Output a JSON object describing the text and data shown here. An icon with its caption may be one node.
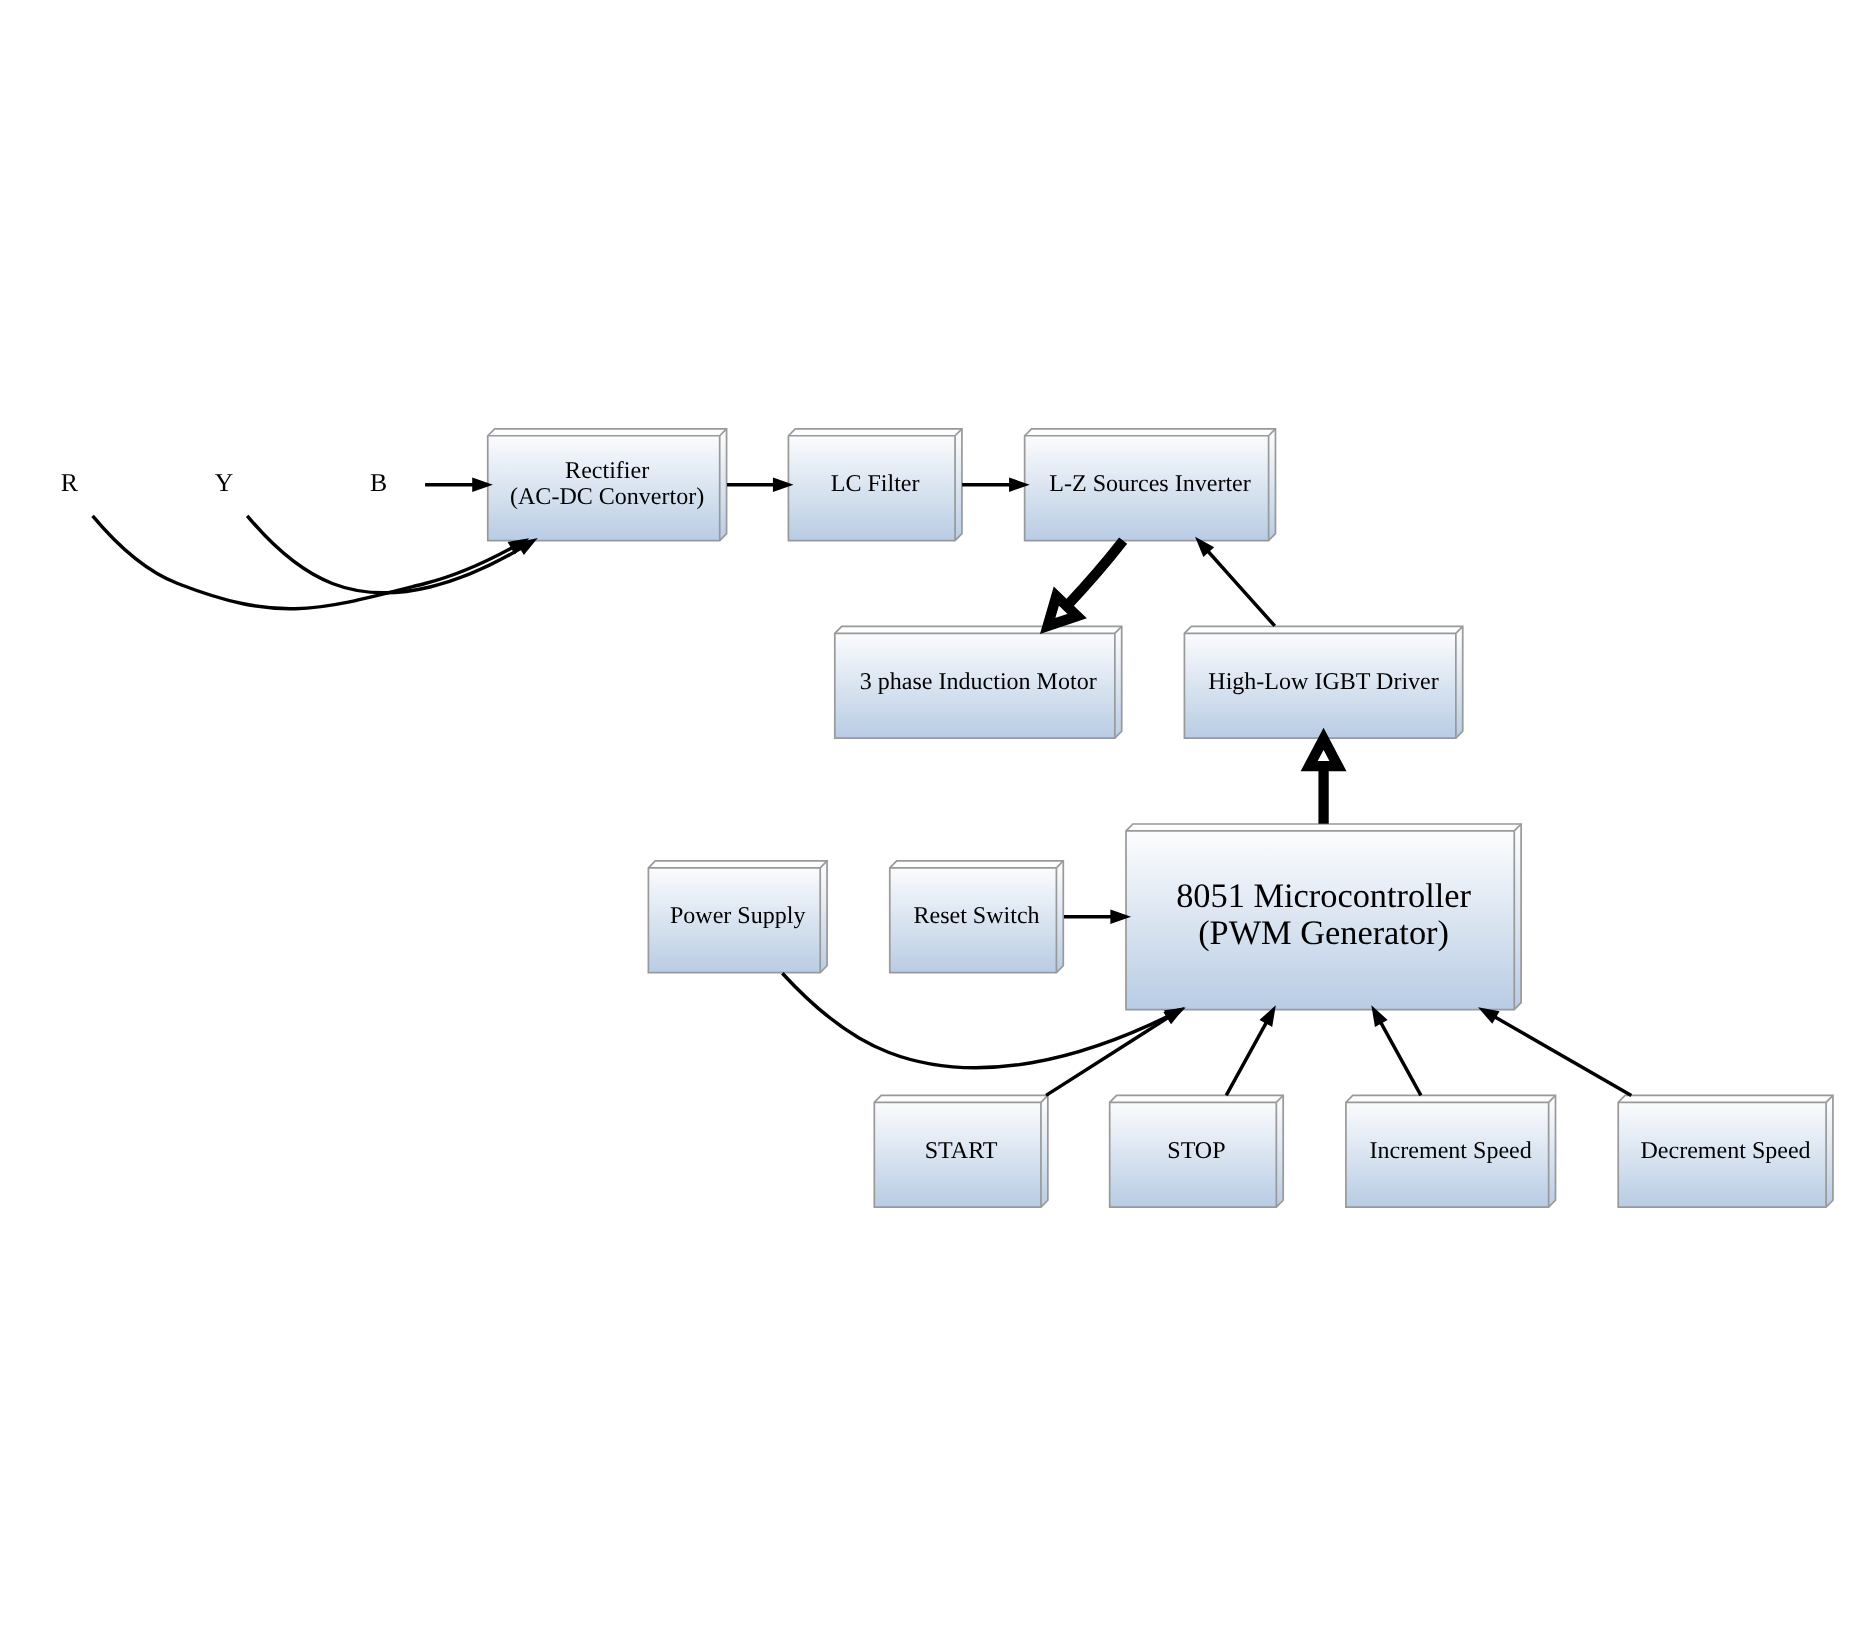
{
  "diagram": {
    "nodes": [
      {
        "text": [
          "R"
        ]
      },
      {
        "text": [
          "Y"
        ]
      },
      {
        "text": [
          "B"
        ]
      },
      {
        "text": [
          "Rectifier",
          "(AC-DC Convertor)"
        ]
      },
      {
        "text": [
          "LC Filter"
        ]
      },
      {
        "text": [
          "L-Z Sources Inverter"
        ]
      },
      {
        "text": [
          "3 phase Induction Motor"
        ]
      },
      {
        "text": [
          "High-Low IGBT Driver"
        ]
      },
      {
        "text": [
          "8051 Microcontroller",
          "(PWM Generator)"
        ]
      },
      {
        "text": [
          "Power Supply"
        ]
      },
      {
        "text": [
          "Reset Switch"
        ]
      },
      {
        "text": [
          "START"
        ]
      },
      {
        "text": [
          "STOP"
        ]
      },
      {
        "text": [
          "Increment Speed"
        ]
      },
      {
        "text": [
          "Decrement Speed"
        ]
      }
    ],
    "edges": [
      {
        "from": 0,
        "to": 3,
        "arrow": "to"
      },
      {
        "from": 1,
        "to": 3,
        "arrow": "to"
      },
      {
        "from": 2,
        "to": 3,
        "arrow": "to"
      },
      {
        "from": 3,
        "to": 4,
        "arrow": "to"
      },
      {
        "from": 4,
        "to": 5,
        "arrow": "to"
      },
      {
        "from": 5,
        "to": 6,
        "arrow": "to",
        "style": "thick"
      },
      {
        "from": 7,
        "to": 5,
        "arrow": "to"
      },
      {
        "from": 8,
        "to": 7,
        "arrow": "to",
        "style": "thick"
      },
      {
        "from": 9,
        "to": 8,
        "arrow": "to"
      },
      {
        "from": 10,
        "to": 8,
        "arrow": "to"
      },
      {
        "from": 11,
        "to": 8,
        "arrow": "to"
      },
      {
        "from": 12,
        "to": 8,
        "arrow": "to"
      },
      {
        "from": 13,
        "to": 8,
        "arrow": "to"
      },
      {
        "from": 14,
        "to": 8,
        "arrow": "to"
      }
    ]
  }
}
